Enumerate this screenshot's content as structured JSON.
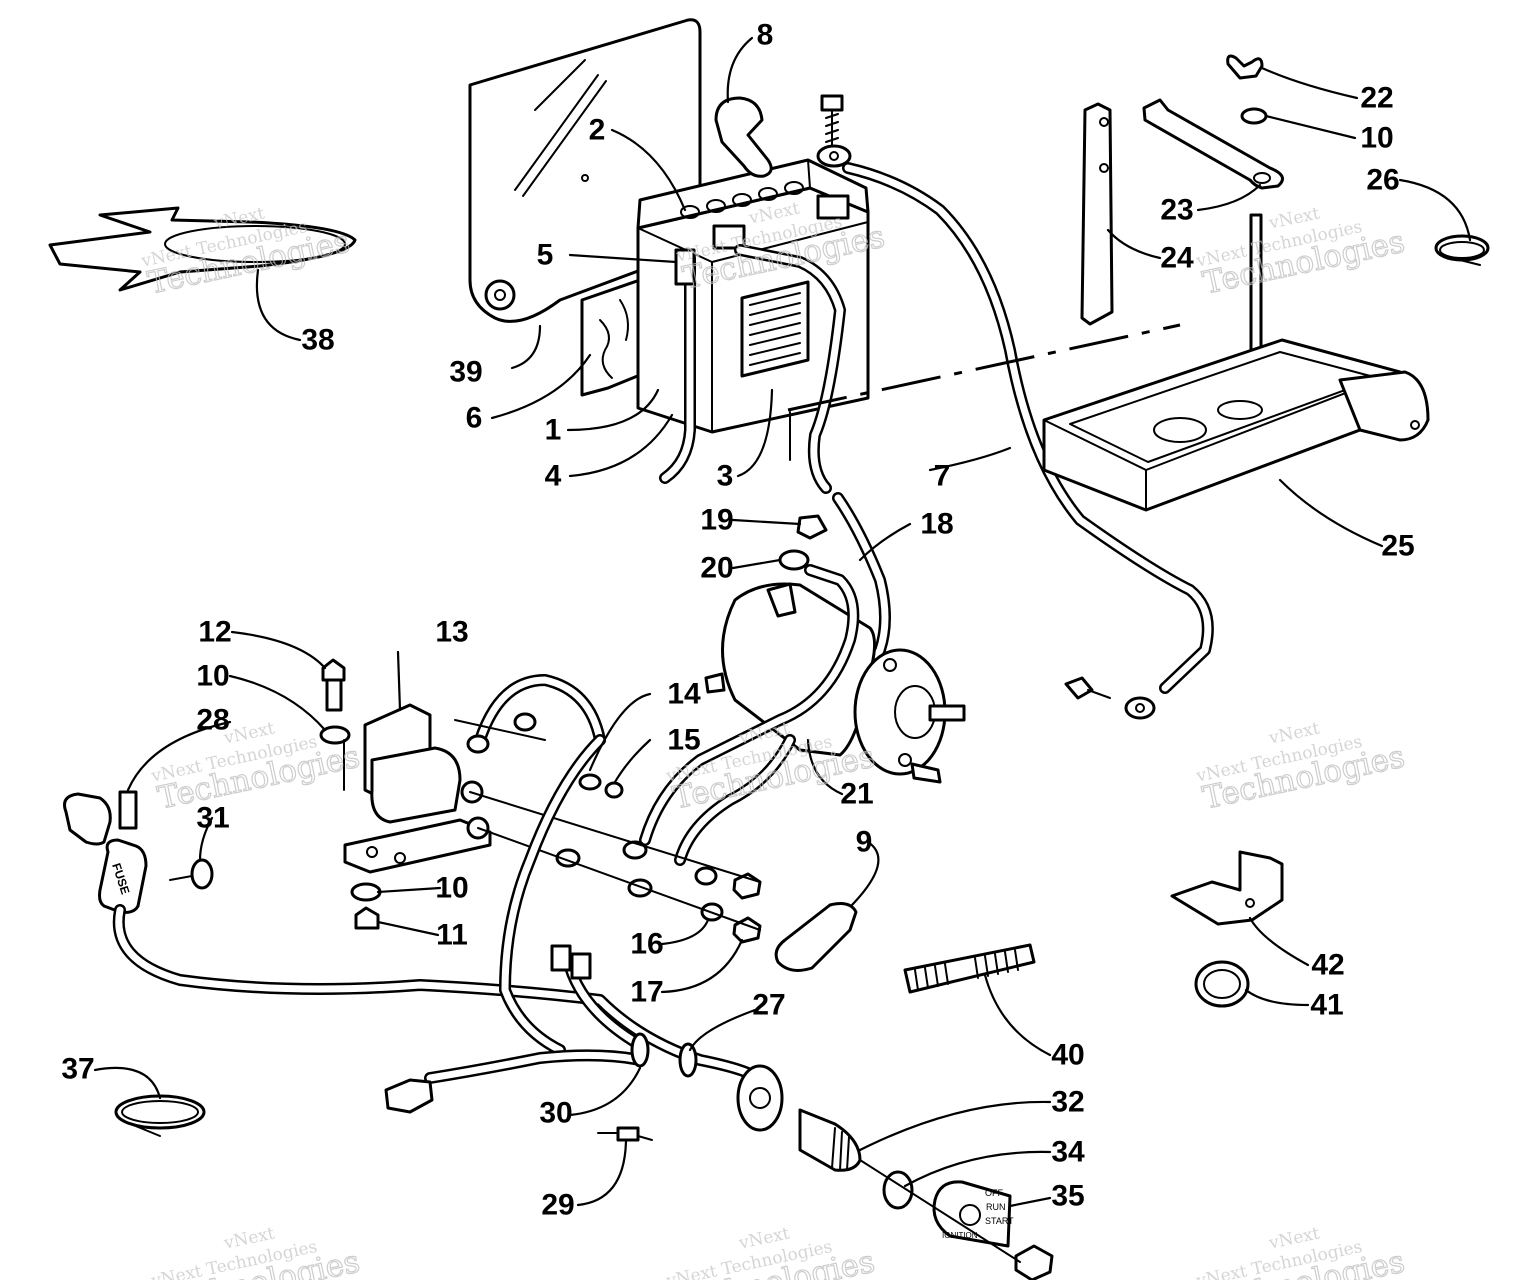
{
  "diagram": {
    "callouts": [
      {
        "id": "1",
        "label": "1"
      },
      {
        "id": "2",
        "label": "2"
      },
      {
        "id": "3",
        "label": "3"
      },
      {
        "id": "4",
        "label": "4"
      },
      {
        "id": "5",
        "label": "5"
      },
      {
        "id": "6",
        "label": "6"
      },
      {
        "id": "7",
        "label": "7"
      },
      {
        "id": "8",
        "label": "8"
      },
      {
        "id": "9",
        "label": "9"
      },
      {
        "id": "10a",
        "label": "10"
      },
      {
        "id": "10b",
        "label": "10"
      },
      {
        "id": "10c",
        "label": "10"
      },
      {
        "id": "11",
        "label": "11"
      },
      {
        "id": "12",
        "label": "12"
      },
      {
        "id": "13",
        "label": "13"
      },
      {
        "id": "14",
        "label": "14"
      },
      {
        "id": "15",
        "label": "15"
      },
      {
        "id": "16",
        "label": "16"
      },
      {
        "id": "17",
        "label": "17"
      },
      {
        "id": "18",
        "label": "18"
      },
      {
        "id": "19",
        "label": "19"
      },
      {
        "id": "20",
        "label": "20"
      },
      {
        "id": "21",
        "label": "21"
      },
      {
        "id": "22",
        "label": "22"
      },
      {
        "id": "23",
        "label": "23"
      },
      {
        "id": "24",
        "label": "24"
      },
      {
        "id": "25",
        "label": "25"
      },
      {
        "id": "26",
        "label": "26"
      },
      {
        "id": "27",
        "label": "27"
      },
      {
        "id": "28",
        "label": "28"
      },
      {
        "id": "29",
        "label": "29"
      },
      {
        "id": "30",
        "label": "30"
      },
      {
        "id": "31",
        "label": "31"
      },
      {
        "id": "32",
        "label": "32"
      },
      {
        "id": "34",
        "label": "34"
      },
      {
        "id": "35",
        "label": "35"
      },
      {
        "id": "37",
        "label": "37"
      },
      {
        "id": "38",
        "label": "38"
      },
      {
        "id": "39",
        "label": "39"
      },
      {
        "id": "40",
        "label": "40"
      },
      {
        "id": "41",
        "label": "41"
      },
      {
        "id": "42",
        "label": "42"
      }
    ],
    "part_text": {
      "fuse": "FUSE",
      "switch_off": "OFF",
      "switch_run": "RUN",
      "switch_start": "START",
      "switch_ignition": "IGNITION"
    },
    "watermark": {
      "line1": "vNext",
      "line2": "vNext Technologies",
      "line3": "Technologies"
    }
  }
}
